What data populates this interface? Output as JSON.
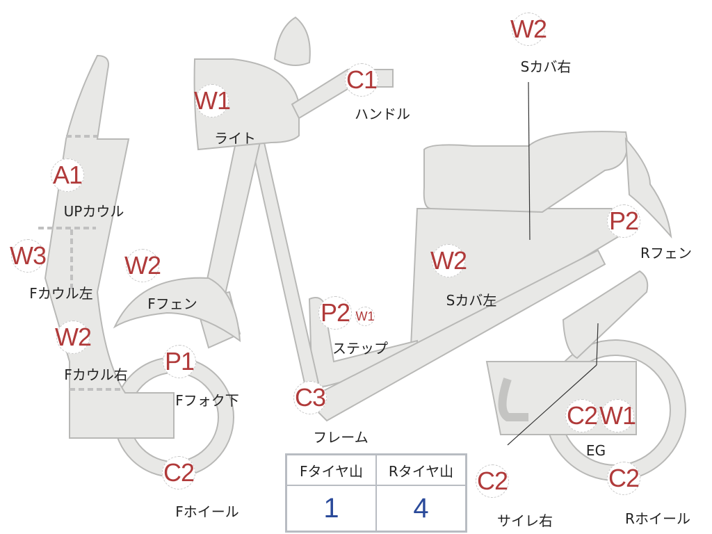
{
  "colors": {
    "body_fill": "#e8e8e6",
    "outline": "#b8b8b6",
    "code_red": "#b03a3a",
    "value_blue": "#2a4a9a"
  },
  "markers": [
    {
      "codes": [
        "W2"
      ],
      "label": "Sカバ右"
    },
    {
      "codes": [
        "C1"
      ],
      "label": "ハンドル"
    },
    {
      "codes": [
        "W1"
      ],
      "label": "ライト"
    },
    {
      "codes": [
        "A1"
      ],
      "label": "UPカウル"
    },
    {
      "codes": [
        "P2"
      ],
      "label": "Rフェン"
    },
    {
      "codes": [
        "W3"
      ],
      "label": "Fカウル左"
    },
    {
      "codes": [
        "W2"
      ],
      "label": "Fフェン"
    },
    {
      "codes": [
        "W2"
      ],
      "label": "Sカバ左"
    },
    {
      "codes": [
        "P2",
        "W1"
      ],
      "label": "ステップ"
    },
    {
      "codes": [
        "W2"
      ],
      "label": "Fカウル右"
    },
    {
      "codes": [
        "P1"
      ],
      "label": "Fフォク下"
    },
    {
      "codes": [
        "C3"
      ],
      "label": "フレーム"
    },
    {
      "codes": [
        "C2",
        "W1"
      ],
      "label": "EG"
    },
    {
      "codes": [
        "C2"
      ],
      "label": "Fホイール"
    },
    {
      "codes": [
        "C2"
      ],
      "label": "サイレ右"
    },
    {
      "codes": [
        "C2"
      ],
      "label": "Rホイール"
    }
  ],
  "tire_table": {
    "headers": [
      "Fタイヤ山",
      "Rタイヤ山"
    ],
    "values": [
      "1",
      "4"
    ]
  }
}
